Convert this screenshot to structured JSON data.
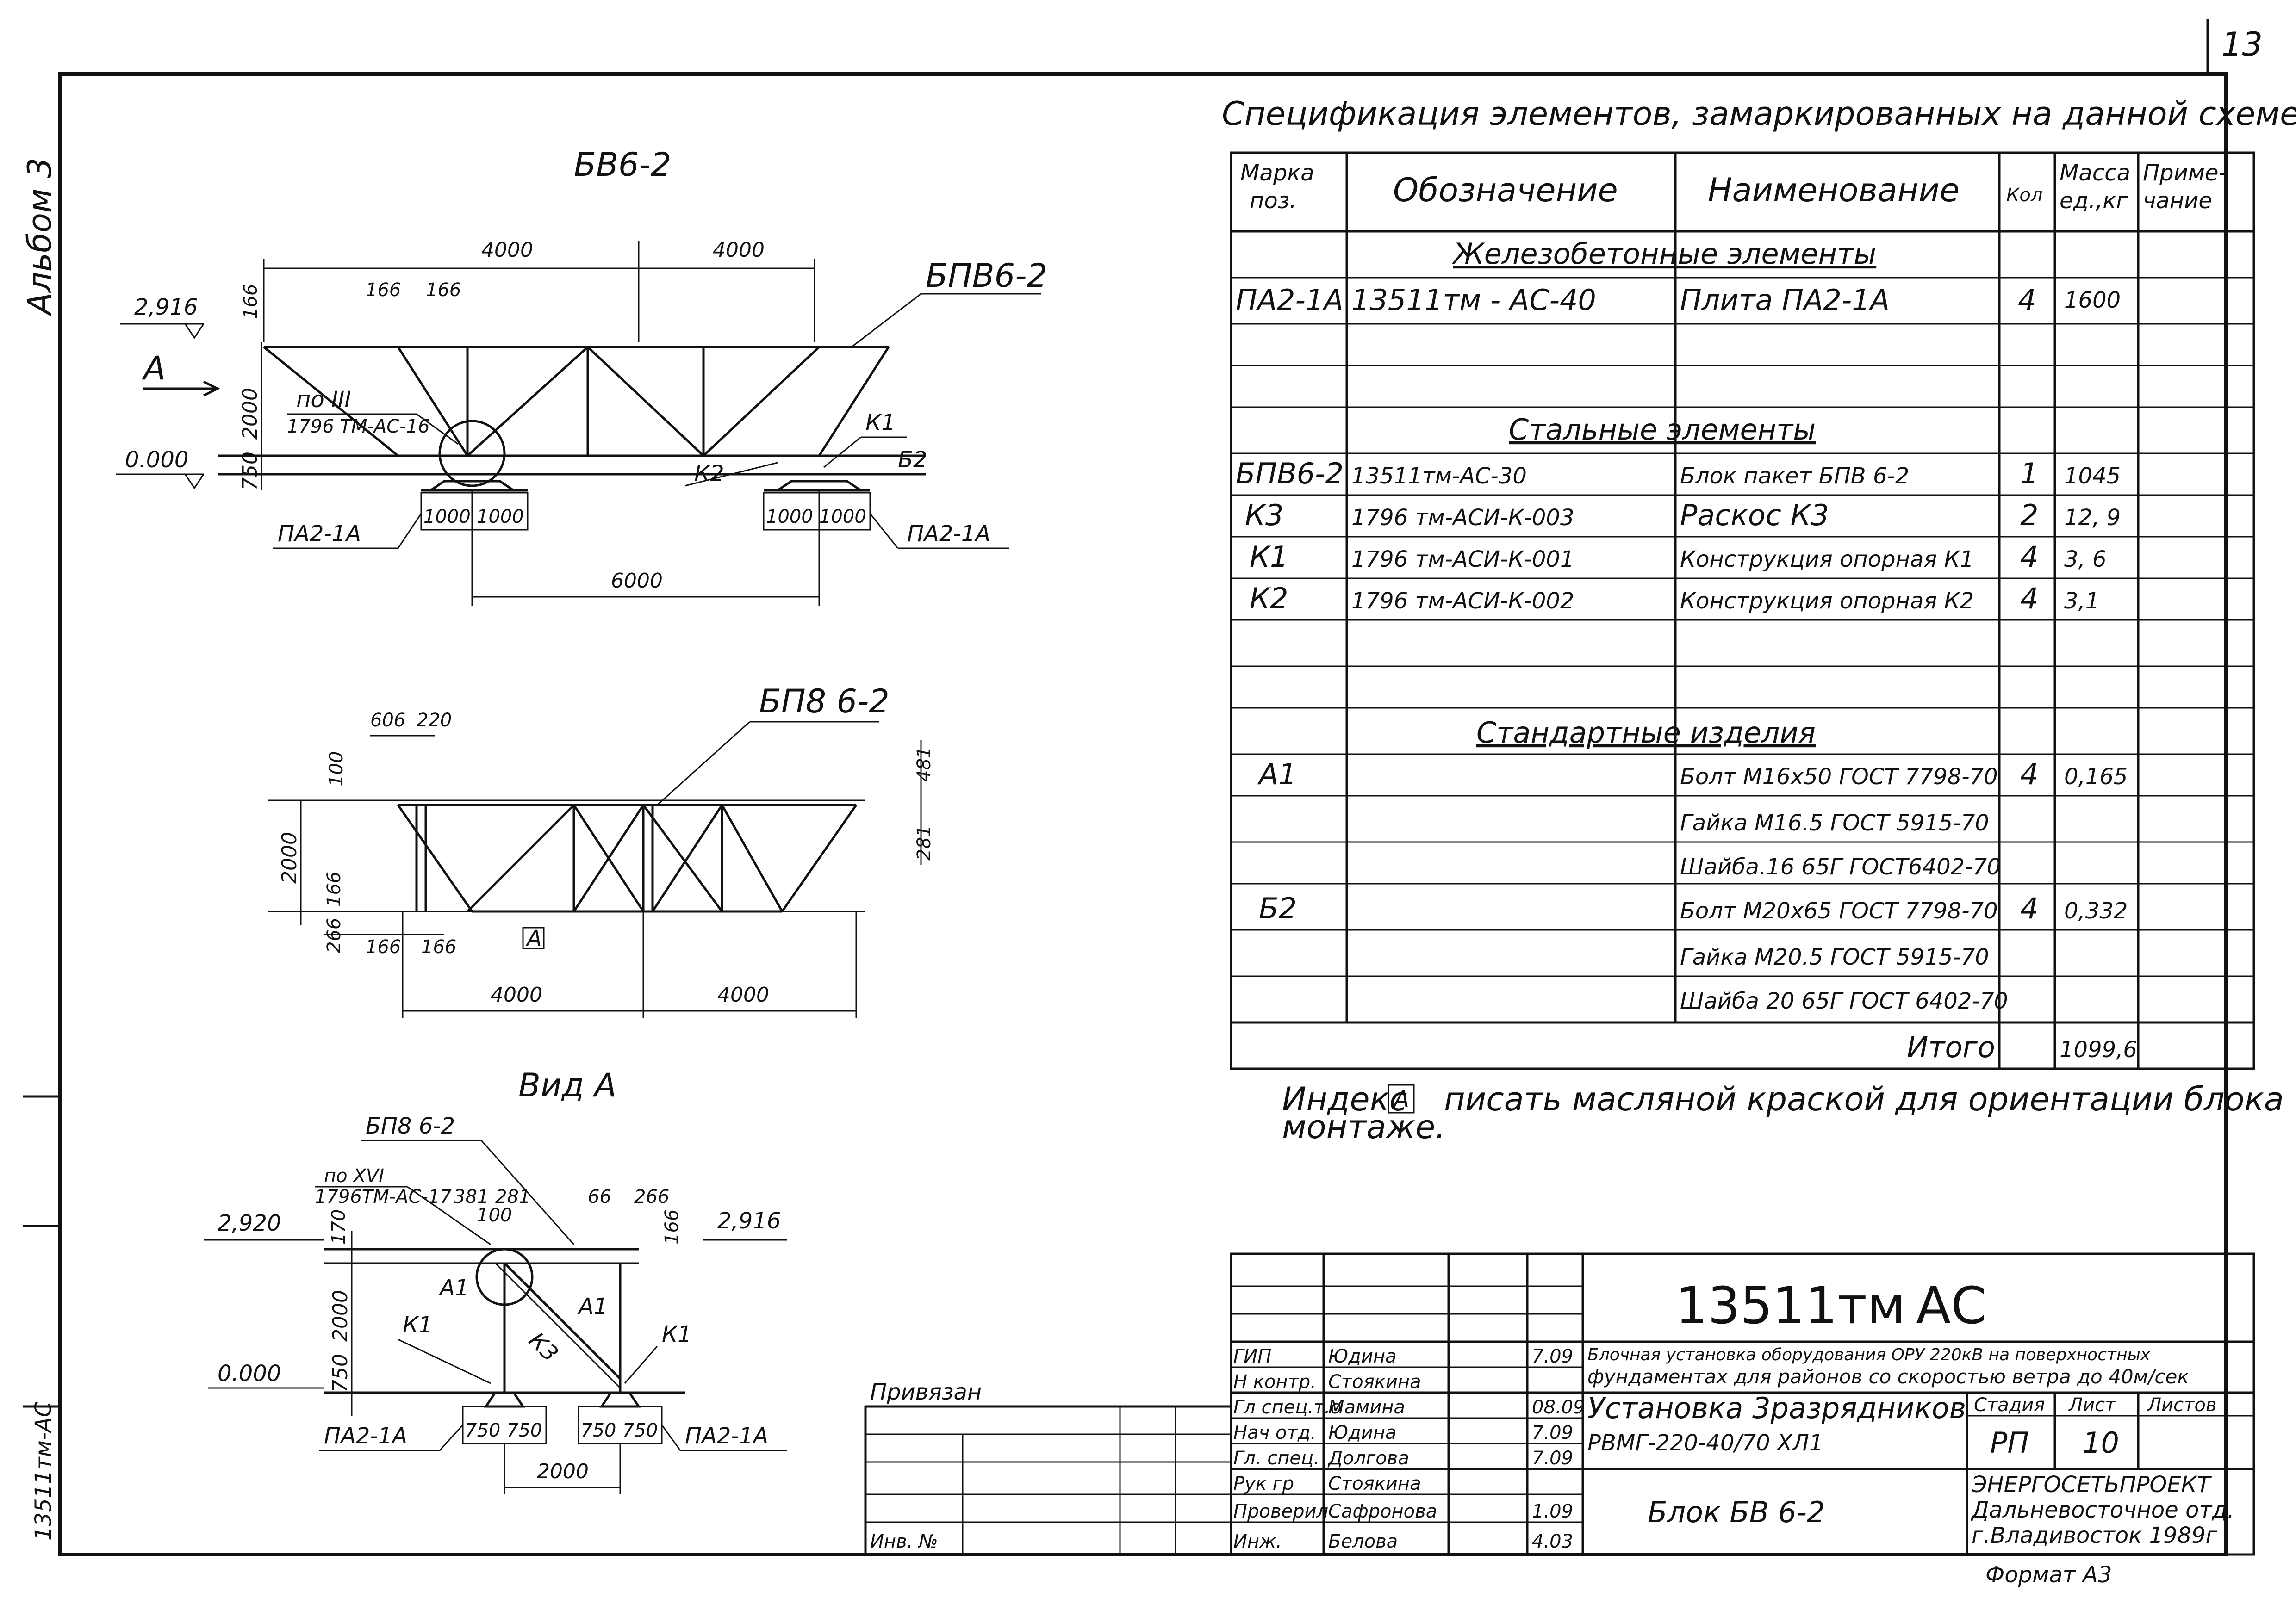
{
  "sheet_number": "13",
  "album": "Альбом 3",
  "left_code": "13511тм-АС",
  "drawing1": {
    "title": "БВ6-2",
    "dims_top": [
      "4000",
      "4000"
    ],
    "small_dims": [
      "166",
      "166",
      "166"
    ],
    "elev_top": "2,916",
    "elev_bottom": "0.000",
    "view_arrow": "А",
    "height_dims": [
      "2000",
      "750"
    ],
    "note": "по III",
    "note_ref": "1796 ТМ-АС-16",
    "block_label": "БПВ6-2",
    "k1": "К1",
    "k2": "К2",
    "b2": "Б2",
    "plate_left": "ПА2-1А",
    "plate_right": "ПА2-1А",
    "base_dims": [
      "1000",
      "1000",
      "1000",
      "1000"
    ],
    "span": "6000"
  },
  "drawing2": {
    "block_label": "БП8 6-2",
    "dims_top": [
      "606",
      "220"
    ],
    "dim_100": "100",
    "dim_2000": "2000",
    "dims_left": [
      "166",
      "266"
    ],
    "dims_bottom_small": [
      "166",
      "166"
    ],
    "dims_bottom": [
      "4000",
      "4000"
    ],
    "right_dims": [
      "481",
      "281"
    ],
    "index_mark": "А"
  },
  "drawing3": {
    "title": "Вид А",
    "block_label": "БП8 6-2",
    "note": "по XVI",
    "note_ref": "1796ТМ-АС-17",
    "elev_left": "2,920",
    "elev_right": "2,916",
    "elev_bottom": "0.000",
    "dims_top": [
      "381",
      "281",
      "66",
      "266"
    ],
    "dim_100": "100",
    "dim_166": "166",
    "dim_170": "170",
    "height_dims": [
      "2000",
      "750"
    ],
    "a1": "А1",
    "k1": "К1",
    "k3": "К3",
    "plate_left": "ПА2-1А",
    "plate_right": "ПА2-1А",
    "base_dims": [
      "750",
      "750",
      "750",
      "750"
    ],
    "span": "2000"
  },
  "spec": {
    "caption": "Спецификация элементов, замаркированных на данной схеме",
    "headers": [
      "Марка поз.",
      "Обозначение",
      "Наименование",
      "Кол",
      "Масса ед.,кг",
      "Приме- чание"
    ],
    "section_rc": "Железобетонные элементы",
    "section_steel": "Стальные элементы",
    "section_std": "Стандартные изделия",
    "rows_rc": [
      [
        "ПА2-1А",
        "13511тм - АС-40",
        "Плита ПА2-1А",
        "4",
        "1600",
        ""
      ]
    ],
    "rows_steel": [
      [
        "БПВ6-2",
        "13511тм-АС-30",
        "Блок пакет БПВ 6-2",
        "1",
        "1045",
        ""
      ],
      [
        "К3",
        "1796 тм-АСИ-К-003",
        "Раскос К3",
        "2",
        "12, 9",
        ""
      ],
      [
        "К1",
        "1796 тм-АСИ-К-001",
        "Конструкция опорная К1",
        "4",
        "3, 6",
        ""
      ],
      [
        "К2",
        "1796 тм-АСИ-К-002",
        "Конструкция опорная К2",
        "4",
        "3,1",
        ""
      ]
    ],
    "rows_std": [
      [
        "А1",
        "",
        "Болт М16х50 ГОСТ 7798-70",
        "4",
        "0,165",
        ""
      ],
      [
        "",
        "",
        "Гайка М16.5 ГОСТ 5915-70",
        "",
        "",
        ""
      ],
      [
        "",
        "",
        "Шайба.16 65Г ГОСТ6402-70",
        "",
        "",
        ""
      ],
      [
        "Б2",
        "",
        "Болт М20х65 ГОСТ 7798-70",
        "4",
        "0,332",
        ""
      ],
      [
        "",
        "",
        "Гайка М20.5 ГОСТ 5915-70",
        "",
        "",
        ""
      ],
      [
        "",
        "",
        "Шайба 20 65Г ГОСТ 6402-70",
        "",
        "",
        ""
      ]
    ],
    "total_label": "Итого",
    "total_value": "1099,6"
  },
  "note_text": "Индекс",
  "note_index": "А",
  "note_rest": "писать масляной краской для ориентации блока на",
  "note_line2": "монтаже.",
  "stamp": {
    "code": "13511тм",
    "code2": "АС",
    "people": [
      [
        "ГИП",
        "Юдина",
        "7.09"
      ],
      [
        "Н контр.",
        "Стоякина",
        ""
      ],
      [
        "Гл спец.т.о",
        "Мамина",
        "08.09"
      ],
      [
        "Нач отд.",
        "Юдина",
        "7.09"
      ],
      [
        "Гл. спец.",
        "Долгова",
        "7.09"
      ],
      [
        "Рук гр",
        "Стоякина",
        ""
      ],
      [
        "Проверил",
        "Сафронова",
        "1.09"
      ],
      [
        "Инж.",
        "Белова",
        "4.03"
      ]
    ],
    "project1": "Блочная установка оборудования ОРУ 220кВ на поверхностных",
    "project2": "фундаментах для районов со скоростью ветра до 40м/сек",
    "project3": "Установка 3разрядников",
    "project4": "РВМГ-220-40/70 ХЛ1",
    "stage_header": "Стадия",
    "sheet_header": "Лист",
    "sheets_header": "Листов",
    "stage": "РП",
    "sheet": "10",
    "sheets": "",
    "block_name": "Блок БВ 6-2",
    "org1": "ЭНЕРГОСЕТЬПРОЕКТ",
    "org2": "Дальневосточное отд.",
    "org3": "г.Владивосток 1989г",
    "format": "Формат А3",
    "privyazan": "Привязан",
    "inv": "Инв. №"
  }
}
